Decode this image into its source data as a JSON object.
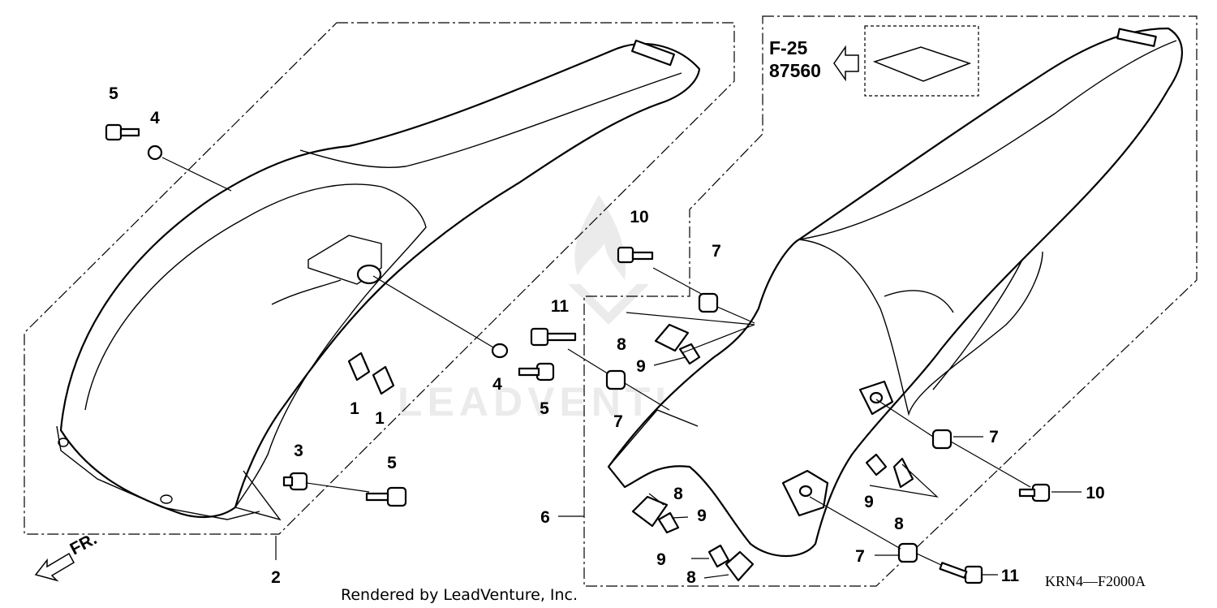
{
  "callouts": {
    "c1a": "1",
    "c1b": "1",
    "c2": "2",
    "c3": "3",
    "c4a": "4",
    "c4b": "4",
    "c5a": "5",
    "c5b": "5",
    "c5c": "5",
    "c6": "6",
    "c7a": "7",
    "c7b": "7",
    "c7c": "7",
    "c7d": "7",
    "c8a": "8",
    "c8b": "8",
    "c8c": "8",
    "c8d": "8",
    "c9a": "9",
    "c9b": "9",
    "c9c": "9",
    "c9d": "9",
    "c10a": "10",
    "c10b": "10",
    "c11a": "11",
    "c11b": "11"
  },
  "reference": {
    "section": "F-25",
    "part_no": "87560"
  },
  "front_label": "FR.",
  "watermark": "LEADVENTURE",
  "footer": {
    "credit": "Rendered by LeadVenture, Inc.",
    "diagram_code": "KRN4—F2000A"
  },
  "icons": [
    "front-direction-arrow-icon",
    "reference-arrow-icon",
    "decal-sheet-icon",
    "leadventure-logo-watermark"
  ]
}
